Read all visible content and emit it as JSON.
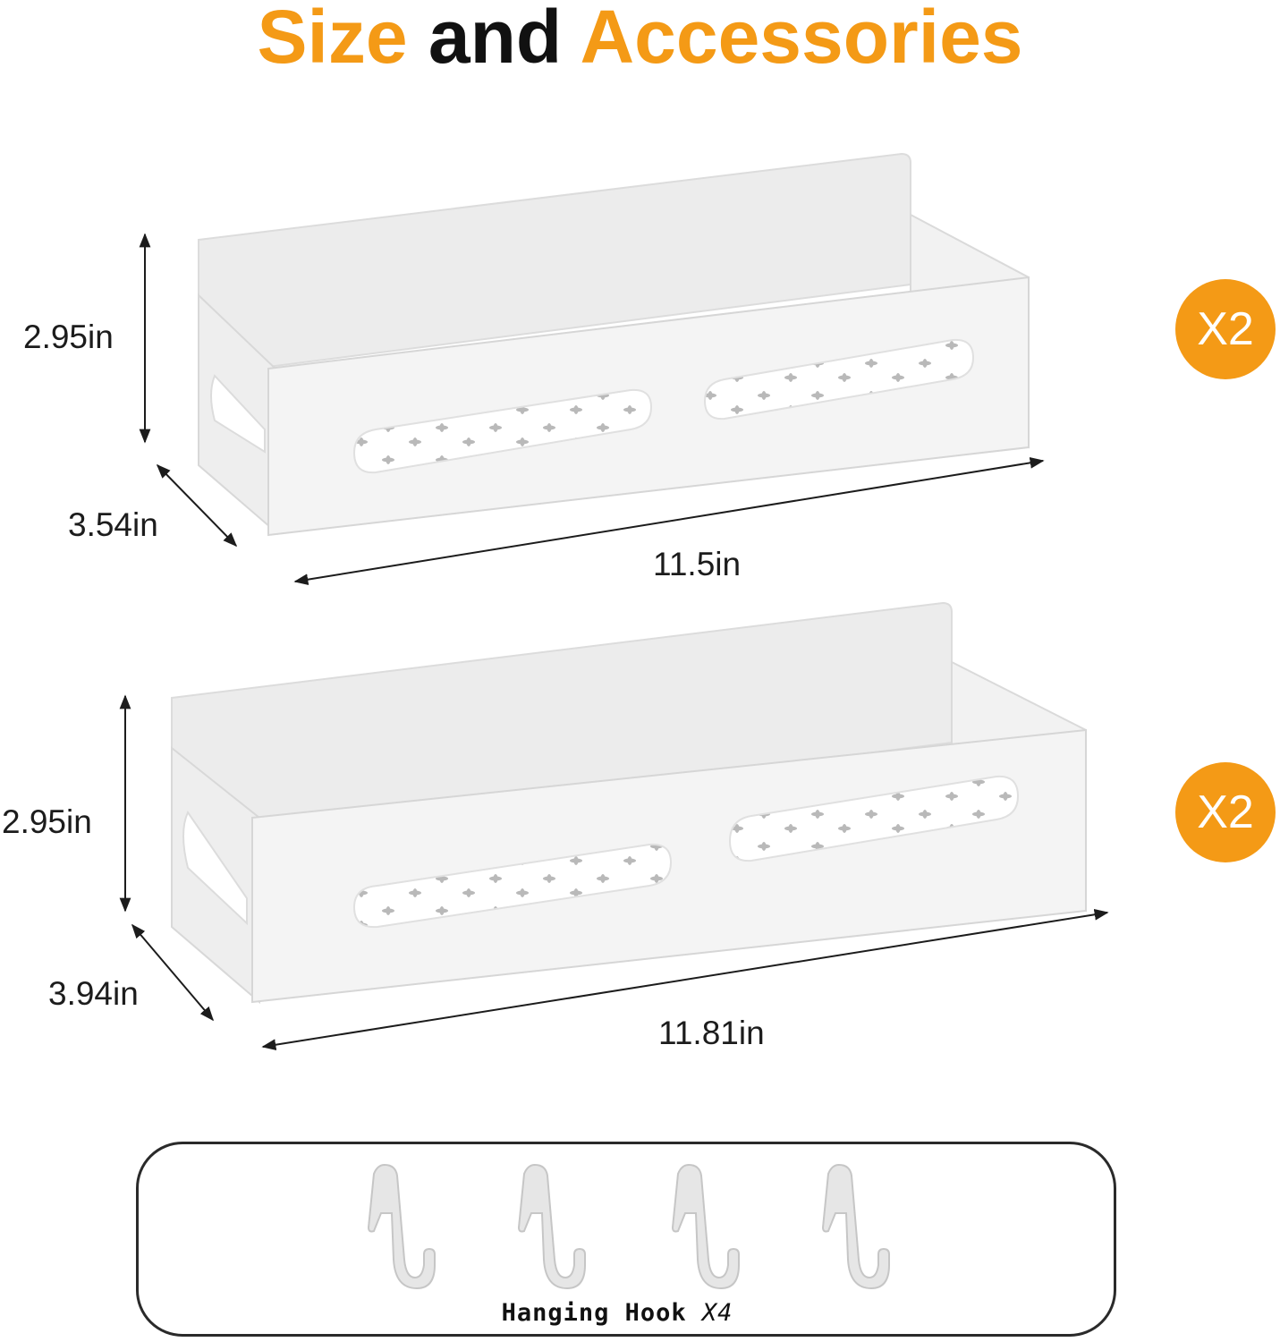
{
  "title": {
    "part1": "Size",
    "part2": "and",
    "part3": "Accessories",
    "accent_color": "#f49a16"
  },
  "rack_small": {
    "height": "2.95in",
    "depth": "3.54in",
    "width": "11.5in",
    "quantity": "X2"
  },
  "rack_large": {
    "height": "2.95in",
    "depth": "3.94in",
    "width": "11.81in",
    "quantity": "X2"
  },
  "hooks": {
    "label": "Hanging Hook",
    "quantity": "X4",
    "icon": "hanging-hook-icon"
  }
}
